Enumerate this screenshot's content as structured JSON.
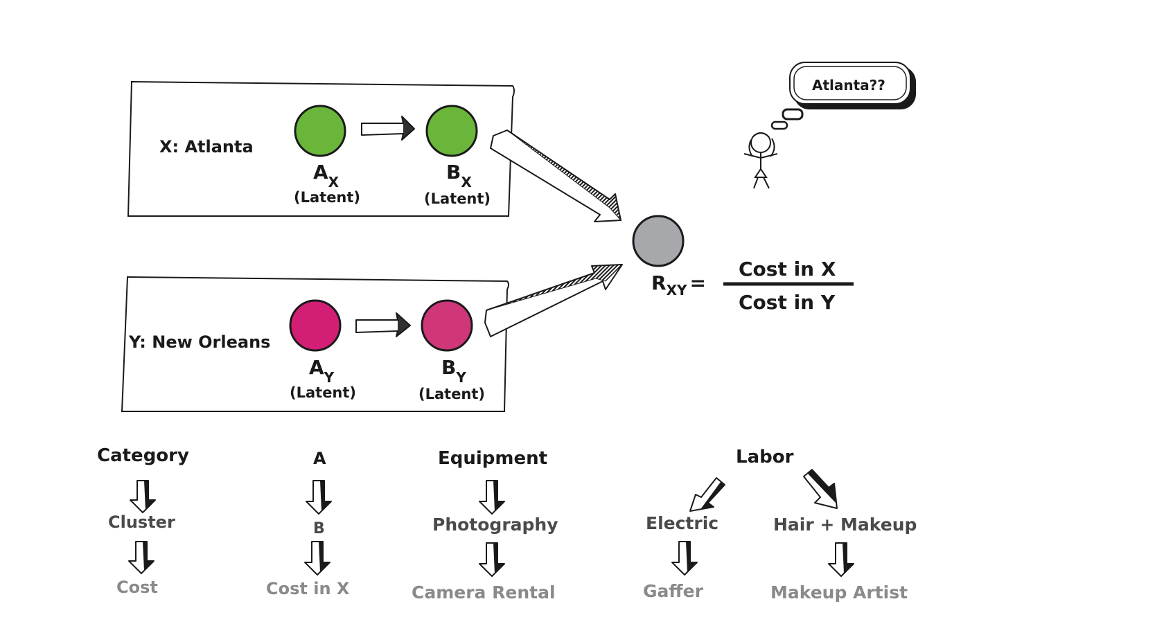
{
  "colors": {
    "ink": "#1a1a1a",
    "latent_x": "#6ab63a",
    "latent_y": "#d21f75",
    "ratio_node": "#a6a8ab",
    "mid_text": "#4a4a4a",
    "leaf_text": "#8a8a8a"
  },
  "panel_x": {
    "city_label": "X: Atlanta",
    "node_a": {
      "letter": "A",
      "subscript": "X",
      "note": "(Latent)"
    },
    "node_b": {
      "letter": "B",
      "subscript": "X",
      "note": "(Latent)"
    }
  },
  "panel_y": {
    "city_label": "Y: New Orleans",
    "node_a": {
      "letter": "A",
      "subscript": "Y",
      "note": "(Latent)"
    },
    "node_b": {
      "letter": "B",
      "subscript": "Y",
      "note": "(Latent)"
    }
  },
  "ratio": {
    "symbol": "R",
    "subscript": "XY",
    "equals": "=",
    "numerator": "Cost in X",
    "denominator": "Cost in Y"
  },
  "thought": {
    "bubble_text": "Atlanta??",
    "figure_icon": "stick-figure-icon"
  },
  "hierarchies": {
    "category": {
      "top": "Category",
      "mid": "Cluster",
      "leaf": "Cost"
    },
    "abstract": {
      "top": "A",
      "mid": "B",
      "leaf": "Cost in X"
    },
    "equipment": {
      "top": "Equipment",
      "mid": "Photography",
      "leaf": "Camera Rental"
    },
    "labor": {
      "top": "Labor",
      "left": {
        "mid": "Electric",
        "leaf": "Gaffer"
      },
      "right": {
        "mid": "Hair + Makeup",
        "leaf": "Makeup Artist"
      }
    }
  }
}
